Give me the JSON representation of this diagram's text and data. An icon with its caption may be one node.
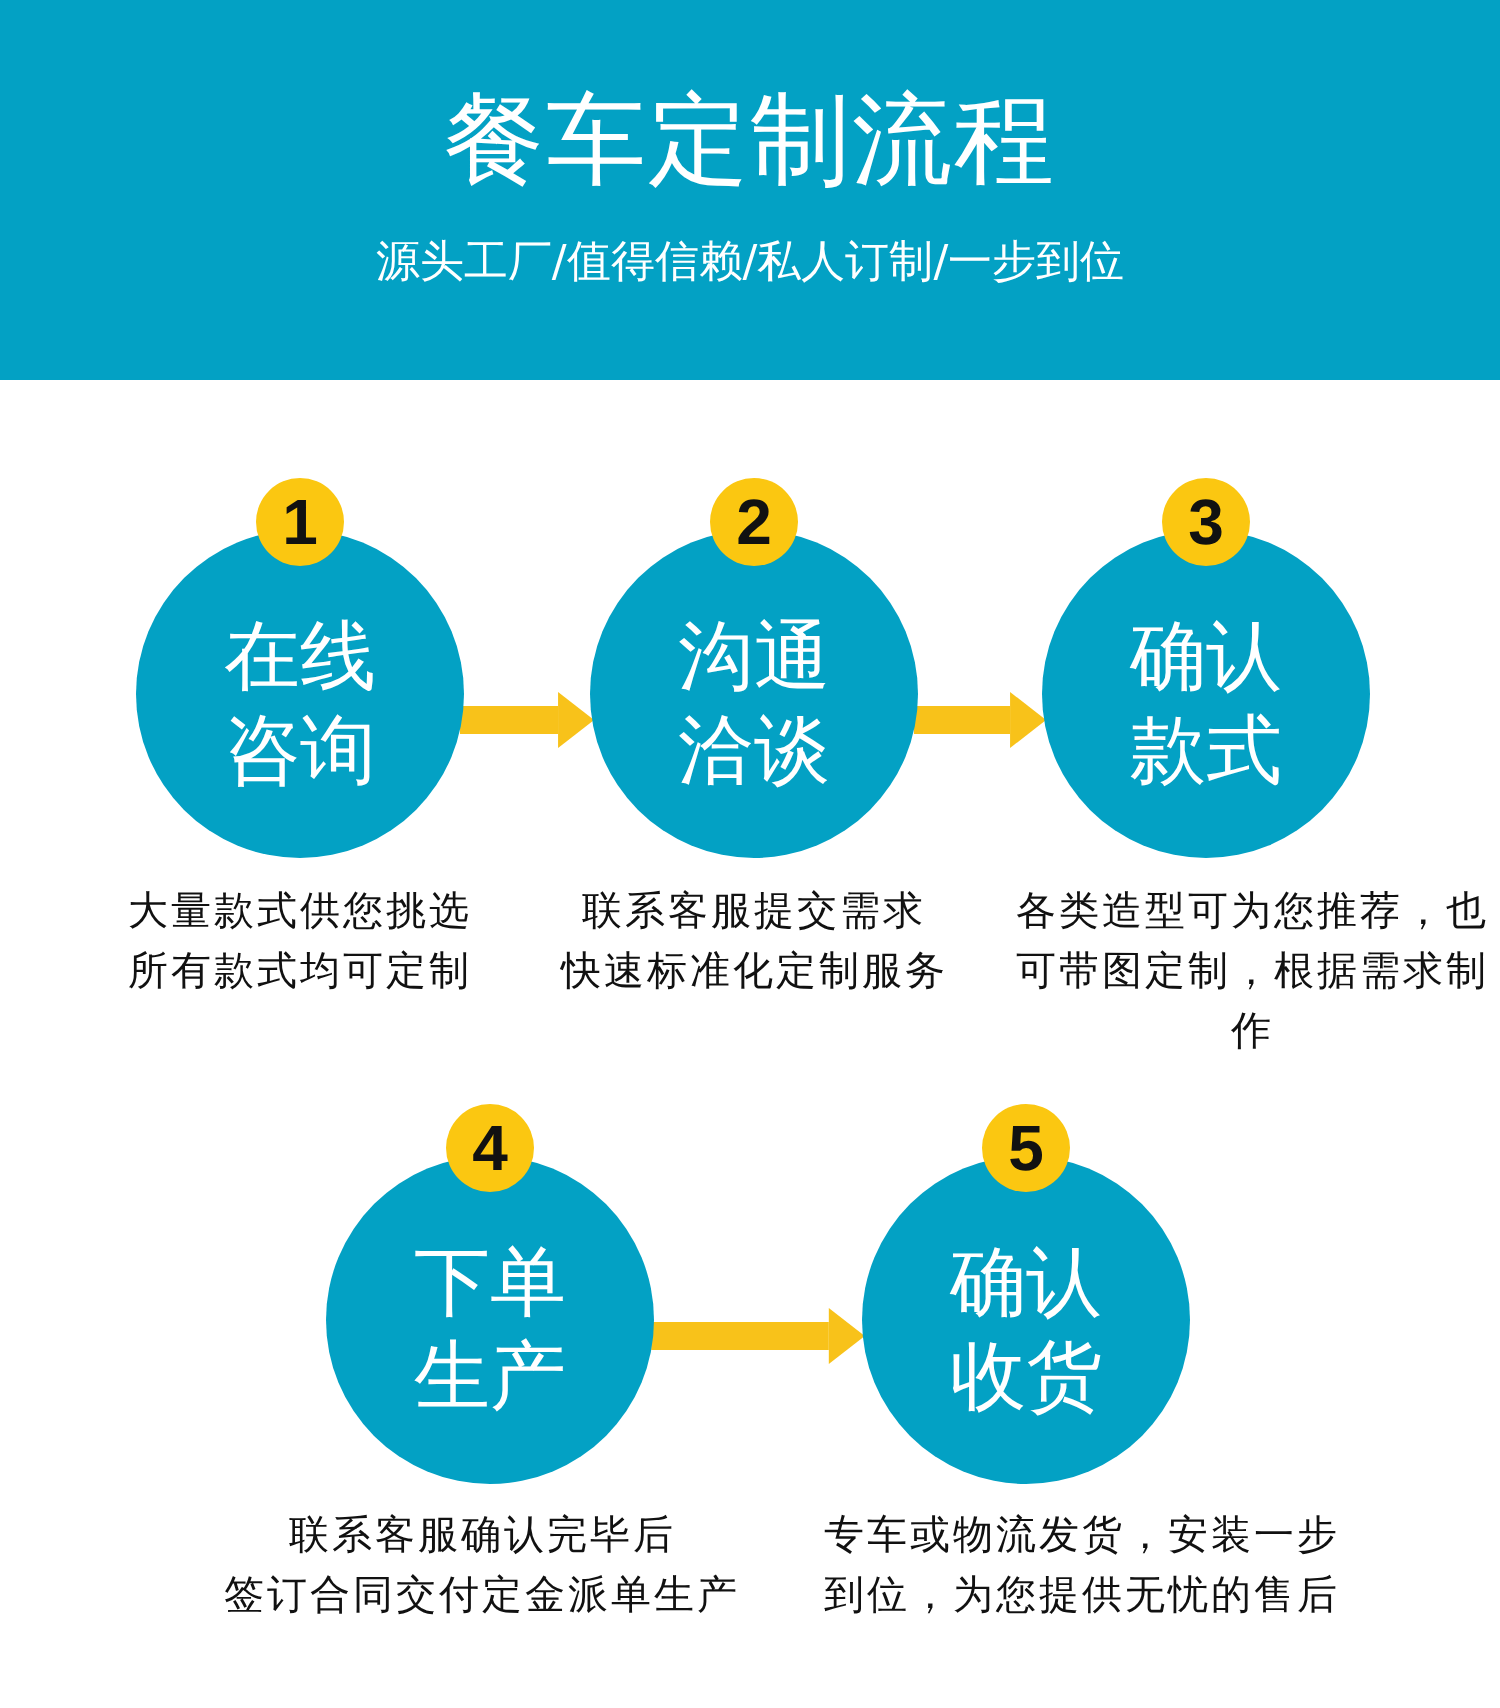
{
  "diagram": {
    "title": "餐车定制流程",
    "nodes": [
      {
        "text": [
          "1",
          "在线咨询"
        ],
        "beside": [
          "大量款式供您挑选",
          "所有款式均可定制"
        ]
      },
      {
        "text": [
          "2",
          "沟通洽谈"
        ],
        "beside": [
          "联系客服提交需求",
          "快速标准化定制服务"
        ]
      },
      {
        "text": [
          "3",
          "确认款式"
        ],
        "beside": [
          "各类造型可为您推荐，也可带图定制，根据需求制作"
        ]
      },
      {
        "text": [
          "4",
          "下单生产"
        ],
        "beside": [
          "联系客服确认完毕后",
          "签订合同交付定金派单生产"
        ]
      },
      {
        "text": [
          "5",
          "确认收货"
        ],
        "beside": [
          "专车或物流发货，安装一步到位，为您提供无忧的售后"
        ]
      }
    ],
    "edges": [
      {
        "from": 0,
        "to": 1,
        "arrow": "to"
      },
      {
        "from": 1,
        "to": 2,
        "arrow": "to"
      },
      {
        "from": 3,
        "to": 4,
        "arrow": "to"
      }
    ],
    "labels": [
      "源头工厂/值得信赖/私人订制/一步到位"
    ]
  }
}
